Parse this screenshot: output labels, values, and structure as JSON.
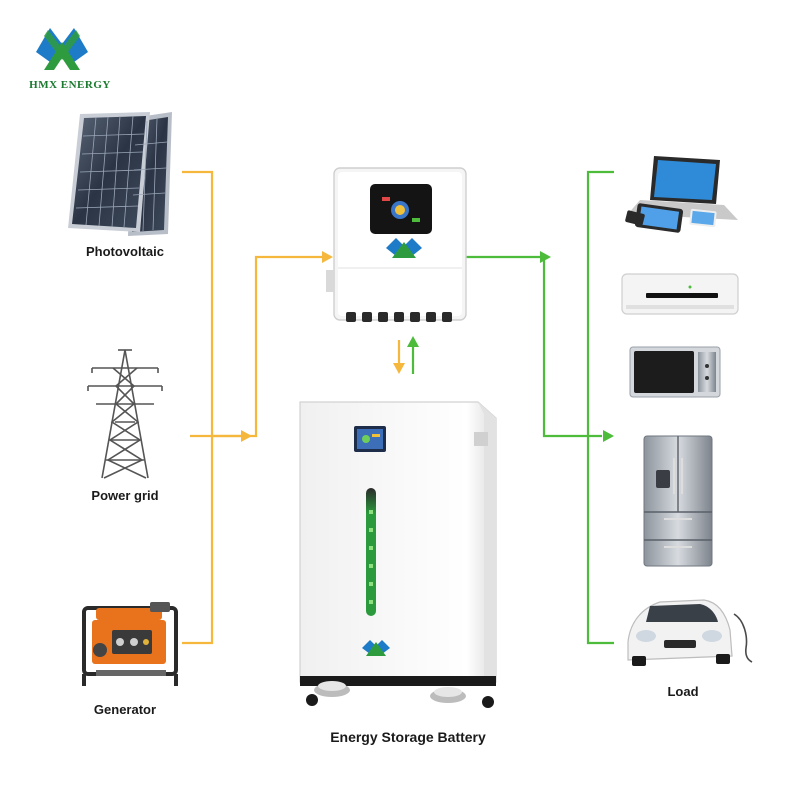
{
  "brand": {
    "name": "HMX ENERGY"
  },
  "sources": [
    {
      "label": "Photovoltaic",
      "icon": "solar-panel-icon"
    },
    {
      "label": "Power grid",
      "icon": "transmission-tower-icon"
    },
    {
      "label": "Generator",
      "icon": "generator-icon"
    }
  ],
  "center": {
    "inverter_icon": "hybrid-inverter-icon",
    "battery_icon": "battery-cabinet-icon",
    "battery_label": "Energy Storage Battery"
  },
  "loads": {
    "label": "Load",
    "items": [
      {
        "icon": "laptop-tablet-phone-icon"
      },
      {
        "icon": "air-conditioner-icon"
      },
      {
        "icon": "microwave-icon"
      },
      {
        "icon": "refrigerator-icon"
      },
      {
        "icon": "electric-car-icon"
      }
    ]
  },
  "colors": {
    "input_line": "#f5b83d",
    "output_line": "#4cbc3a",
    "brand_green": "#1a7a2e",
    "brand_blue": "#1e7bc8"
  }
}
